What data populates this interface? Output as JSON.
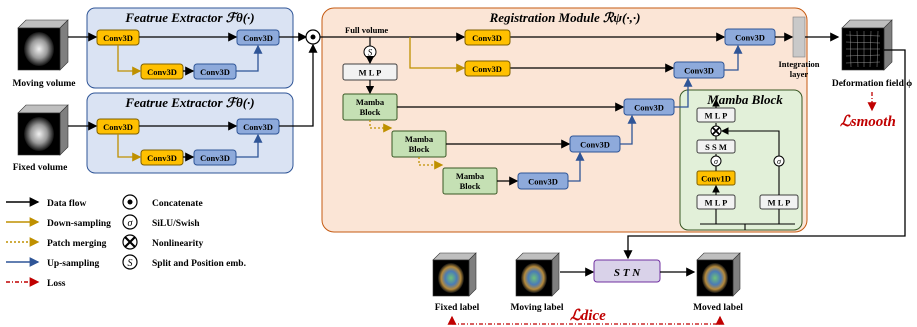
{
  "feature_extractor": {
    "title": "Featrue Extractor ℱθ(·)"
  },
  "registration_module": {
    "title": "Registration Module ℛψ(·,·)"
  },
  "mamba_block_panel": {
    "title": "Mamba Block"
  },
  "labels": {
    "conv3d": "Conv3D",
    "conv1d": "Conv1D",
    "mlp": "M L P",
    "ssm": "S S M",
    "mamba_line1": "Mamba",
    "mamba_line2": "Block",
    "full_volume": "Full volume",
    "integration_line1": "Integration",
    "integration_line2": "layer",
    "moving_volume": "Moving volume",
    "fixed_volume": "Fixed volume",
    "deformation_field": "Deformation field ϕ",
    "fixed_label": "Fixed label",
    "moving_label": "Moving label",
    "moved_label": "Moved label",
    "stn": "S T N",
    "split_symbol": "S",
    "sigma": "σ"
  },
  "losses": {
    "smooth": "ℒsmooth",
    "dice": "ℒdice"
  },
  "legend": [
    {
      "symbol": "black-arrow",
      "label": "Data flow"
    },
    {
      "symbol": "gold-arrow",
      "label": "Down-sampling"
    },
    {
      "symbol": "dotted-arrow",
      "label": "Patch merging"
    },
    {
      "symbol": "blue-arrow",
      "label": "Up-sampling"
    },
    {
      "symbol": "red-dashed-arrow",
      "label": "Loss"
    },
    {
      "symbol": "dot-circle",
      "label": "Concatenate"
    },
    {
      "symbol": "sigma-circle",
      "label": "SiLU/Swish"
    },
    {
      "symbol": "x-circle",
      "label": "Nonlinearity"
    },
    {
      "symbol": "s-circle",
      "label": "Split and Position emb."
    }
  ],
  "colors": {
    "feature_bg": "#dae3f3",
    "registration_bg": "#fbe5d6",
    "mamba_panel_bg": "#e2f0d9",
    "conv_yellow": "#ffc000",
    "conv_blue": "#8eaadb",
    "mamba_green": "#c5e0b4",
    "loss_red": "#c00000",
    "down_gold": "#bf9000",
    "up_blue": "#2f5597"
  }
}
